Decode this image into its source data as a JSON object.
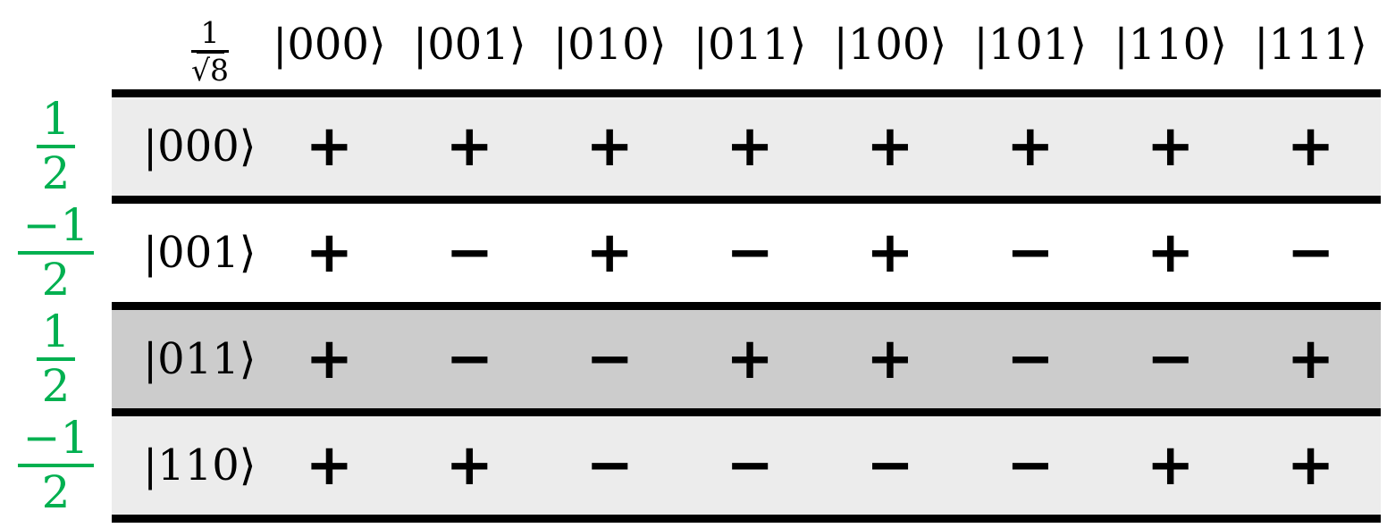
{
  "header": {
    "scale_factor": {
      "numerator": "1",
      "denominator": "√8"
    },
    "columns": [
      "|000⟩",
      "|001⟩",
      "|010⟩",
      "|011⟩",
      "|100⟩",
      "|101⟩",
      "|110⟩",
      "|111⟩"
    ]
  },
  "rows": [
    {
      "coefficient": {
        "numerator": "1",
        "denominator": "2"
      },
      "ket": "|000⟩",
      "signs": [
        "+",
        "+",
        "+",
        "+",
        "+",
        "+",
        "+",
        "+"
      ],
      "shade": "light"
    },
    {
      "coefficient": {
        "numerator": "−1",
        "denominator": "2"
      },
      "ket": "|001⟩",
      "signs": [
        "+",
        "−",
        "+",
        "−",
        "+",
        "−",
        "+",
        "−"
      ],
      "shade": "white"
    },
    {
      "coefficient": {
        "numerator": "1",
        "denominator": "2"
      },
      "ket": "|011⟩",
      "signs": [
        "+",
        "−",
        "−",
        "+",
        "+",
        "−",
        "−",
        "+"
      ],
      "shade": "dark"
    },
    {
      "coefficient": {
        "numerator": "−1",
        "denominator": "2"
      },
      "ket": "|110⟩",
      "signs": [
        "+",
        "+",
        "−",
        "−",
        "−",
        "−",
        "+",
        "+"
      ],
      "shade": "light"
    }
  ],
  "colors": {
    "coefficient_green": "#00b050",
    "row_shade_light": "#ececec",
    "row_shade_white": "#ffffff",
    "row_shade_dark": "#cccccc",
    "rule_black": "#000000"
  }
}
